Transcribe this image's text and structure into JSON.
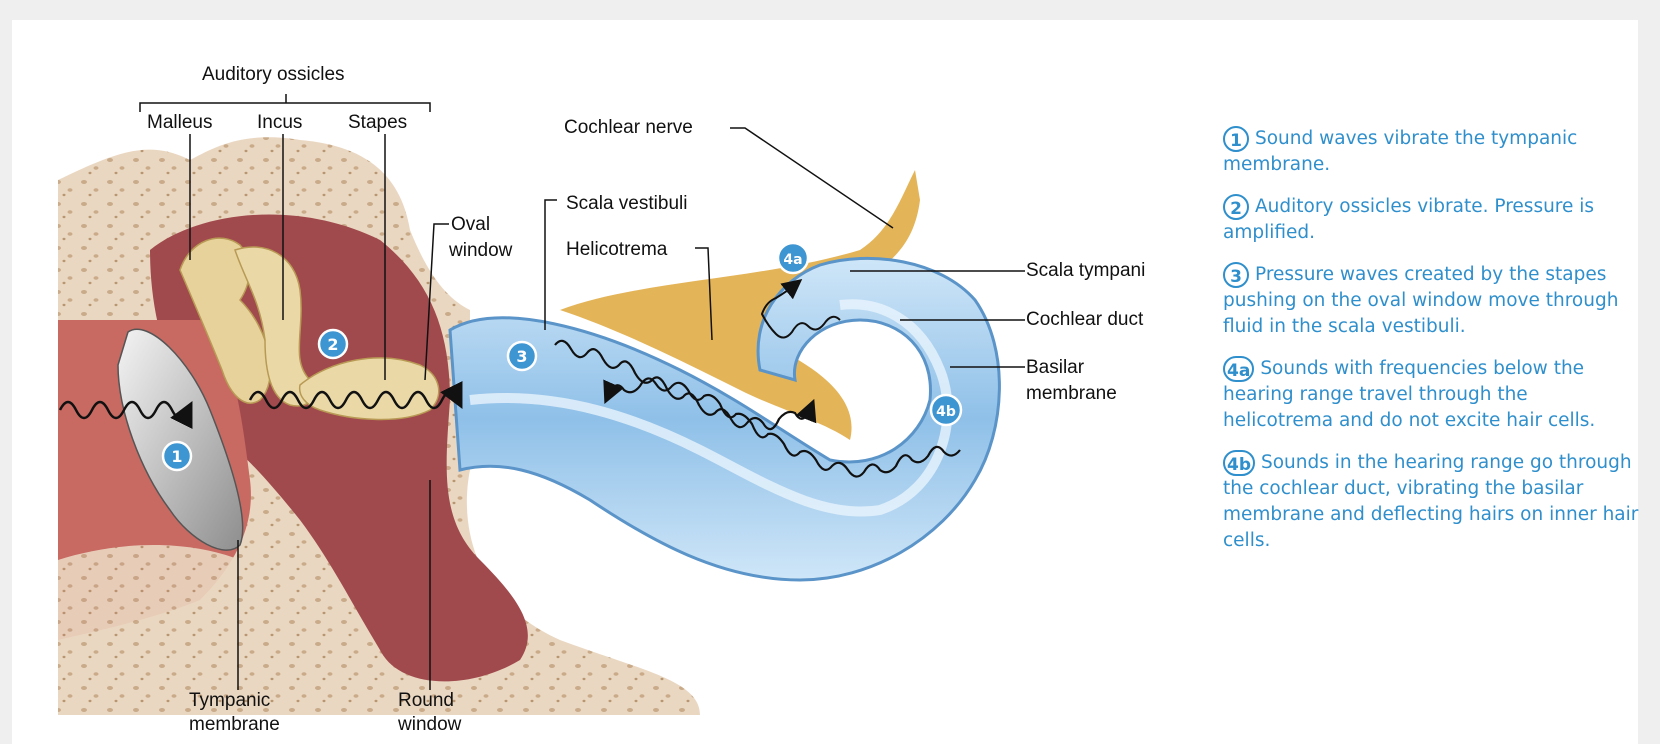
{
  "labels": {
    "auditory_ossicles": "Auditory ossicles",
    "malleus": "Malleus",
    "incus": "Incus",
    "stapes": "Stapes",
    "oval_window_1": "Oval",
    "oval_window_2": "window",
    "cochlear_nerve": "Cochlear nerve",
    "scala_vestibuli": "Scala vestibuli",
    "helicotrema": "Helicotrema",
    "scala_tympani": "Scala tympani",
    "cochlear_duct": "Cochlear duct",
    "basilar_membrane_1": "Basilar",
    "basilar_membrane_2": "membrane",
    "tympanic_membrane_1": "Tympanic",
    "tympanic_membrane_2": "membrane",
    "round_window_1": "Round",
    "round_window_2": "window"
  },
  "markers": {
    "m1": "1",
    "m2": "2",
    "m3": "3",
    "m4a": "4a",
    "m4b": "4b"
  },
  "steps": [
    {
      "num": "1",
      "text": "Sound waves vibrate the tympanic membrane."
    },
    {
      "num": "2",
      "text": "Auditory ossicles vibrate. Pressure is amplified."
    },
    {
      "num": "3",
      "text": "Pressure waves created by the stapes pushing on the oval window move through fluid in the scala vestibuli."
    },
    {
      "num": "4a",
      "text": "Sounds with frequencies below the hearing range travel through the helicotrema and do not excite hair cells."
    },
    {
      "num": "4b",
      "text": "Sounds in the hearing range go through the cochlear duct, vibrating the basilar membrane and deflecting hairs on inner hair cells."
    }
  ],
  "colors": {
    "step_text": "#2f8fcc",
    "bone": "#e9d9c2",
    "tissue": "#b25a5a",
    "cochlea_fluid": "#a7cdec",
    "nerve": "#e3b04f"
  }
}
